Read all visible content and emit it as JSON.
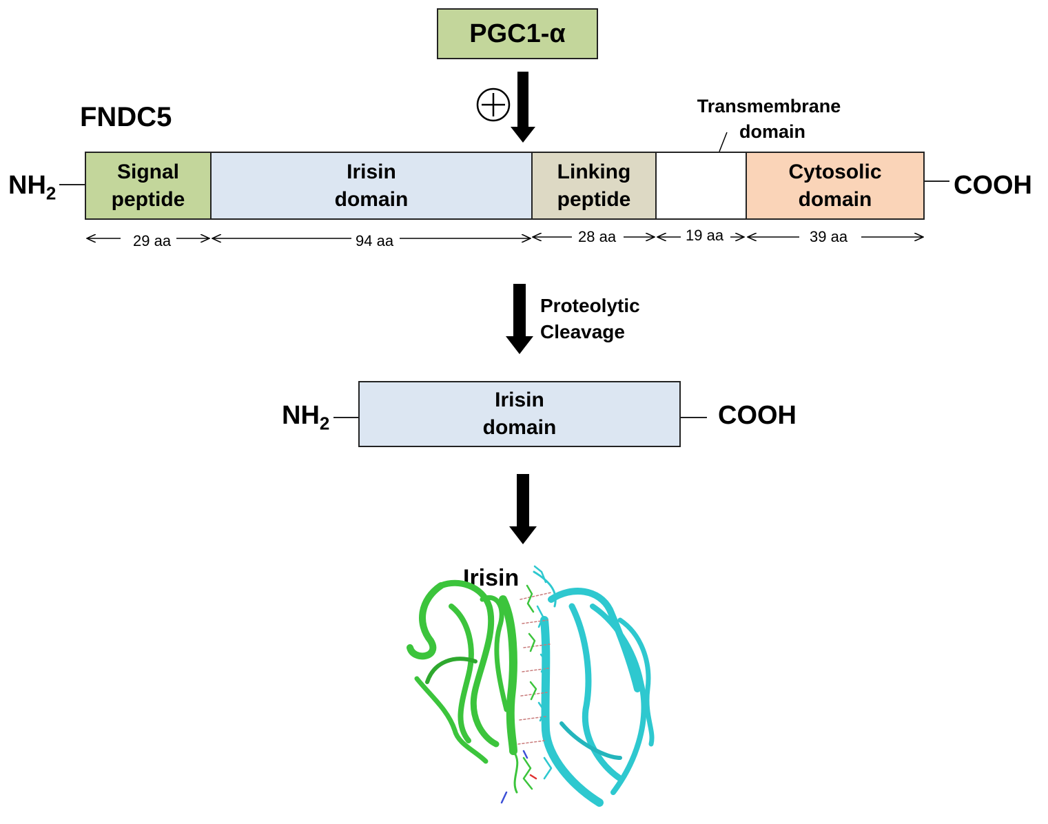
{
  "regulator": "PGC1-α",
  "plus_symbol": "⊕",
  "protein_name": "FNDC5",
  "transmembrane_label_1": "Transmembrane",
  "transmembrane_label_2": "domain",
  "n_terminus": "NH",
  "n_terminus_sub": "2",
  "c_terminus": "COOH",
  "domains": [
    {
      "line1": "Signal",
      "line2": "peptide",
      "color": "#c3d69b",
      "length": "29 aa"
    },
    {
      "line1": "Irisin",
      "line2": "domain",
      "color": "#dce6f2",
      "length": "94 aa"
    },
    {
      "line1": "Linking",
      "line2": "peptide",
      "color": "#ddd9c4",
      "length": "28 aa"
    },
    {
      "line1": "",
      "line2": "",
      "color": "#ffffff",
      "length": "19 aa"
    },
    {
      "line1": "Cytosolic",
      "line2": "domain",
      "color": "#fad4b8",
      "length": "39 aa"
    }
  ],
  "cleavage_line1": "Proteolytic",
  "cleavage_line2": "Cleavage",
  "irisin_box": {
    "line1": "Irisin",
    "line2": "domain",
    "color": "#dce6f2"
  },
  "structure_label": "Irisin",
  "colors": {
    "regulator_box": "#c3d69b",
    "chain_a": "#3cc43c",
    "chain_b": "#2ec8cf"
  }
}
